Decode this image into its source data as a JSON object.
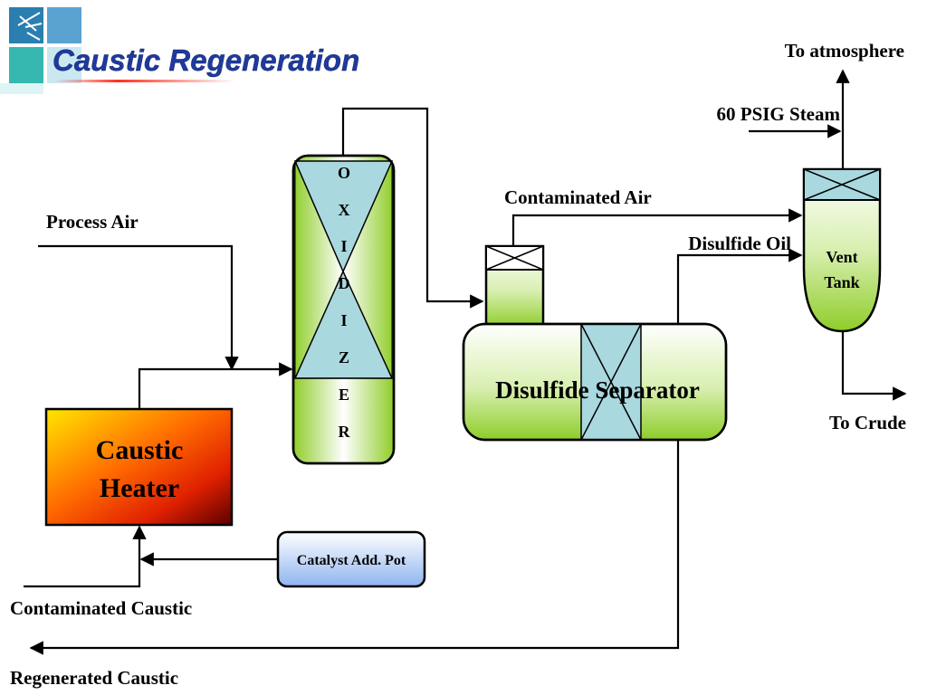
{
  "slide": {
    "title": "Caustic Regeneration"
  },
  "equipment": {
    "oxidizer_letters": [
      "O",
      "X",
      "I",
      "D",
      "I",
      "Z",
      "E",
      "R"
    ],
    "disulfide_separator": "Disulfide Separator",
    "caustic_heater_line1": "Caustic",
    "caustic_heater_line2": "Heater",
    "catalyst_pot": "Catalyst Add. Pot",
    "vent_tank_line1": "Vent",
    "vent_tank_line2": "Tank"
  },
  "streams": {
    "to_atmosphere": "To atmosphere",
    "steam": "60 PSIG Steam",
    "contaminated_air": "Contaminated Air",
    "process_air": "Process Air",
    "disulfide_oil": "Disulfide Oil",
    "to_crude": "To Crude",
    "contaminated_caustic": "Contaminated Caustic",
    "regenerated_caustic": "Regenerated Caustic"
  },
  "colors": {
    "title": "#1f3a9e",
    "vessel_green": "#8fcd2a",
    "packing_blue": "#a9d8df",
    "heater_top": "#ffe600",
    "heater_bottom": "#5a0000",
    "pot_blue": "#8fb4f0"
  }
}
